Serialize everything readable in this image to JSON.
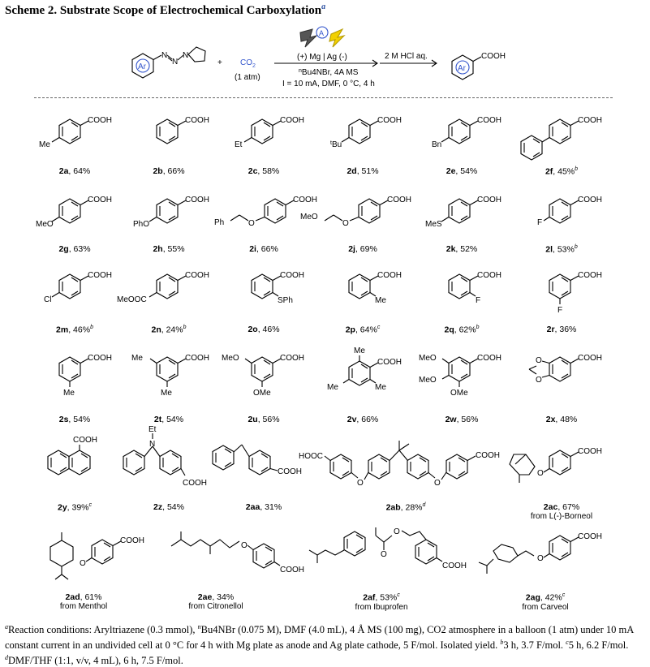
{
  "title": "Scheme 2. Substrate Scope of Electrochemical Carboxylation",
  "title_note": "a",
  "header": {
    "co2": "CO",
    "co2_sub": "2",
    "co2_cond": "(1 atm)",
    "plus": "+",
    "cond_top": "(+) Mg | Ag (-)",
    "cond_mid": "Bu4NBr, 4A MS",
    "cond_mid_prefix": "n",
    "cond_bot": "I = 10 mA, DMF, 0 °C, 4 h",
    "acid": "2 M HCl aq.",
    "ar": "Ar",
    "cooh": "COOH",
    "amp": "A"
  },
  "compounds": [
    {
      "id": "2a",
      "yield": ", 64%",
      "sup": ""
    },
    {
      "id": "2b",
      "yield": ", 66%",
      "sup": ""
    },
    {
      "id": "2c",
      "yield": ", 58%",
      "sup": ""
    },
    {
      "id": "2d",
      "yield": ", 51%",
      "sup": ""
    },
    {
      "id": "2e",
      "yield": ", 54%",
      "sup": ""
    },
    {
      "id": "2f",
      "yield": ", 45%",
      "sup": "b"
    },
    {
      "id": "2g",
      "yield": ", 63%",
      "sup": ""
    },
    {
      "id": "2h",
      "yield": ", 55%",
      "sup": ""
    },
    {
      "id": "2i",
      "yield": ", 66%",
      "sup": ""
    },
    {
      "id": "2j",
      "yield": ", 69%",
      "sup": ""
    },
    {
      "id": "2k",
      "yield": ", 52%",
      "sup": ""
    },
    {
      "id": "2l",
      "yield": ", 53%",
      "sup": "b"
    },
    {
      "id": "2m",
      "yield": ", 46%",
      "sup": "b"
    },
    {
      "id": "2n",
      "yield": ", 24%",
      "sup": "b"
    },
    {
      "id": "2o",
      "yield": ", 46%",
      "sup": ""
    },
    {
      "id": "2p",
      "yield": ", 64%",
      "sup": "c"
    },
    {
      "id": "2q",
      "yield": ", 62%",
      "sup": "b"
    },
    {
      "id": "2r",
      "yield": ", 36%",
      "sup": ""
    },
    {
      "id": "2s",
      "yield": ", 54%",
      "sup": ""
    },
    {
      "id": "2t",
      "yield": ", 54%",
      "sup": ""
    },
    {
      "id": "2u",
      "yield": ", 56%",
      "sup": ""
    },
    {
      "id": "2v",
      "yield": ", 66%",
      "sup": ""
    },
    {
      "id": "2w",
      "yield": ", 56%",
      "sup": ""
    },
    {
      "id": "2x",
      "yield": ", 48%",
      "sup": ""
    },
    {
      "id": "2y",
      "yield": ", 39%",
      "sup": "c"
    },
    {
      "id": "2z",
      "yield": ", 54%",
      "sup": ""
    },
    {
      "id": "2aa",
      "yield": ", 31%",
      "sup": ""
    },
    {
      "id": "2ab",
      "yield": ", 28%",
      "sup": "d"
    },
    {
      "id": "2ac",
      "yield": ", 67%",
      "sup": "",
      "src": "from L(-)-Borneol"
    },
    {
      "id": "2ad",
      "yield": ", 61%",
      "sup": "",
      "src": "from Menthol"
    },
    {
      "id": "2ae",
      "yield": ", 34%",
      "sup": "",
      "src": "from Citronellol"
    },
    {
      "id": "2af",
      "yield": ", 53%",
      "sup": "c",
      "src": "from Ibuprofen"
    },
    {
      "id": "2ag",
      "yield": ", 42%",
      "sup": "c",
      "src": "from Carveol"
    }
  ],
  "substituents": {
    "me": "Me",
    "et": "Et",
    "tbu": "Bu",
    "tbu_pre": "t",
    "bn": "Bn",
    "meo": "MeO",
    "pho": "PhO",
    "ph": "Ph",
    "o": "O",
    "mes": "MeS",
    "f": "F",
    "cl": "Cl",
    "meooc": "MeOOC",
    "sph": "SPh",
    "ome": "OMe",
    "n": "N",
    "hooc": "HOOC",
    "cooh": "COOH"
  },
  "footnote": {
    "a": "a",
    "text_a": "Reaction conditions: Aryltriazene (0.3 mmol), ",
    "n": "n",
    "text_a2": "Bu4NBr (0.075 M), DMF (4.0 mL), 4 Å MS (100 mg), CO2 atmosphere in a balloon (1 atm) under 10 mA constant current in an undivided cell at 0 °C for 4 h with Mg plate as anode and Ag plate cathode, 5 F/mol. Isolated yield. ",
    "b": "b",
    "text_b": "3 h, 3.7 F/mol. ",
    "c": "c",
    "text_c": "5 h, 6.2 F/mol. ",
    "d": "d",
    "text_d": "DMF/THF (1:1, v/v, 4 mL), 6 h, 7.5 F/mol."
  }
}
